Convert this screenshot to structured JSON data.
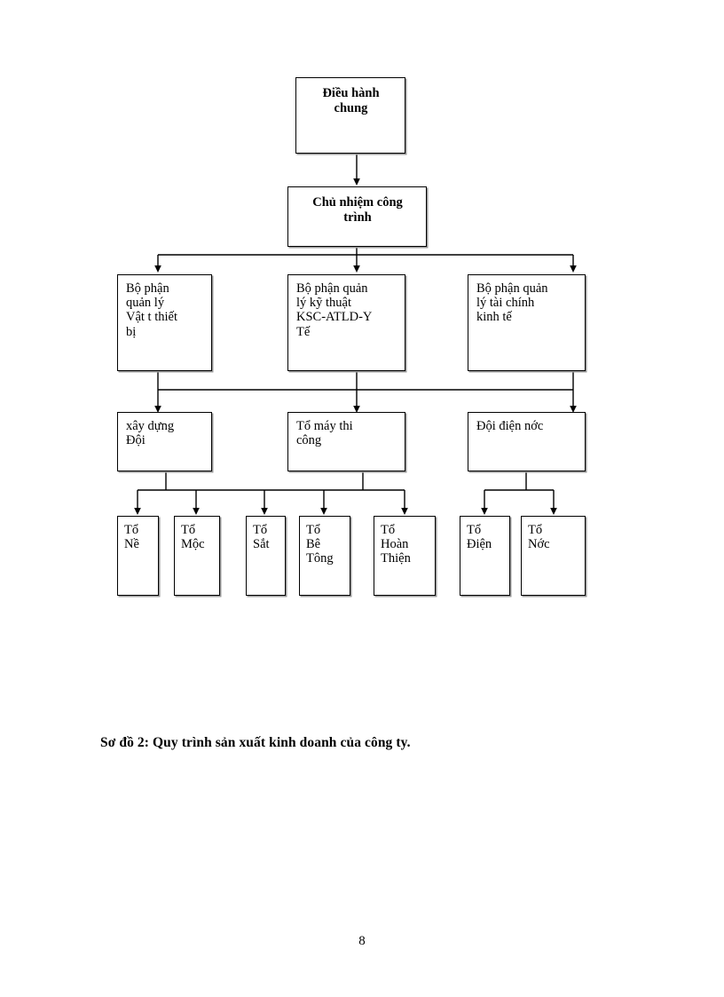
{
  "page": {
    "folio": "8",
    "caption": "Sơ đồ 2: Quy trình sản xuất kinh doanh của công ty."
  },
  "diagram": {
    "title": "Sơ đồ 2: Quy trình sản xuất kinh doanh của công ty.",
    "type": "org-chart",
    "orientation": "top-down",
    "line_color": "#000000",
    "box_fill": "#ffffff",
    "box_border": "#000000",
    "box_shadow": "#9a9a9a",
    "levels": [
      {
        "level": 1,
        "nodes": [
          {
            "id": "n1",
            "label": "Điều hành\nchung"
          }
        ]
      },
      {
        "level": 2,
        "nodes": [
          {
            "id": "n2",
            "label": "Chủ nhiệm công\ntrình"
          }
        ]
      },
      {
        "level": 3,
        "nodes": [
          {
            "id": "n3",
            "label": "Bộ phận\nquản lý\nVật t  thiết\nbị"
          },
          {
            "id": "n4",
            "label": "Bộ phận quản\nlý kỹ thuật\nKSC-ATLD-Y\nTế"
          },
          {
            "id": "n5",
            "label": "Bộ phận quản\nlý tài chính\nkinh tế"
          }
        ]
      },
      {
        "level": 4,
        "nodes": [
          {
            "id": "n6",
            "label": "xây dựng\nĐội"
          },
          {
            "id": "n7",
            "label": "Tổ máy thi\ncông"
          },
          {
            "id": "n8",
            "label": "Đội điện nớc"
          }
        ]
      },
      {
        "level": 5,
        "nodes": [
          {
            "id": "n9",
            "label": "Tổ\nNề"
          },
          {
            "id": "n10",
            "label": "Tổ\nMộc"
          },
          {
            "id": "n11",
            "label": "Tổ\nSắt"
          },
          {
            "id": "n12",
            "label": "Tổ\nBê\nTông"
          },
          {
            "id": "n13",
            "label": "Tổ\nHoàn\nThiện"
          },
          {
            "id": "n14",
            "label": "Tổ\nĐiện"
          },
          {
            "id": "n15",
            "label": "Tổ\nNớc"
          }
        ]
      }
    ]
  }
}
